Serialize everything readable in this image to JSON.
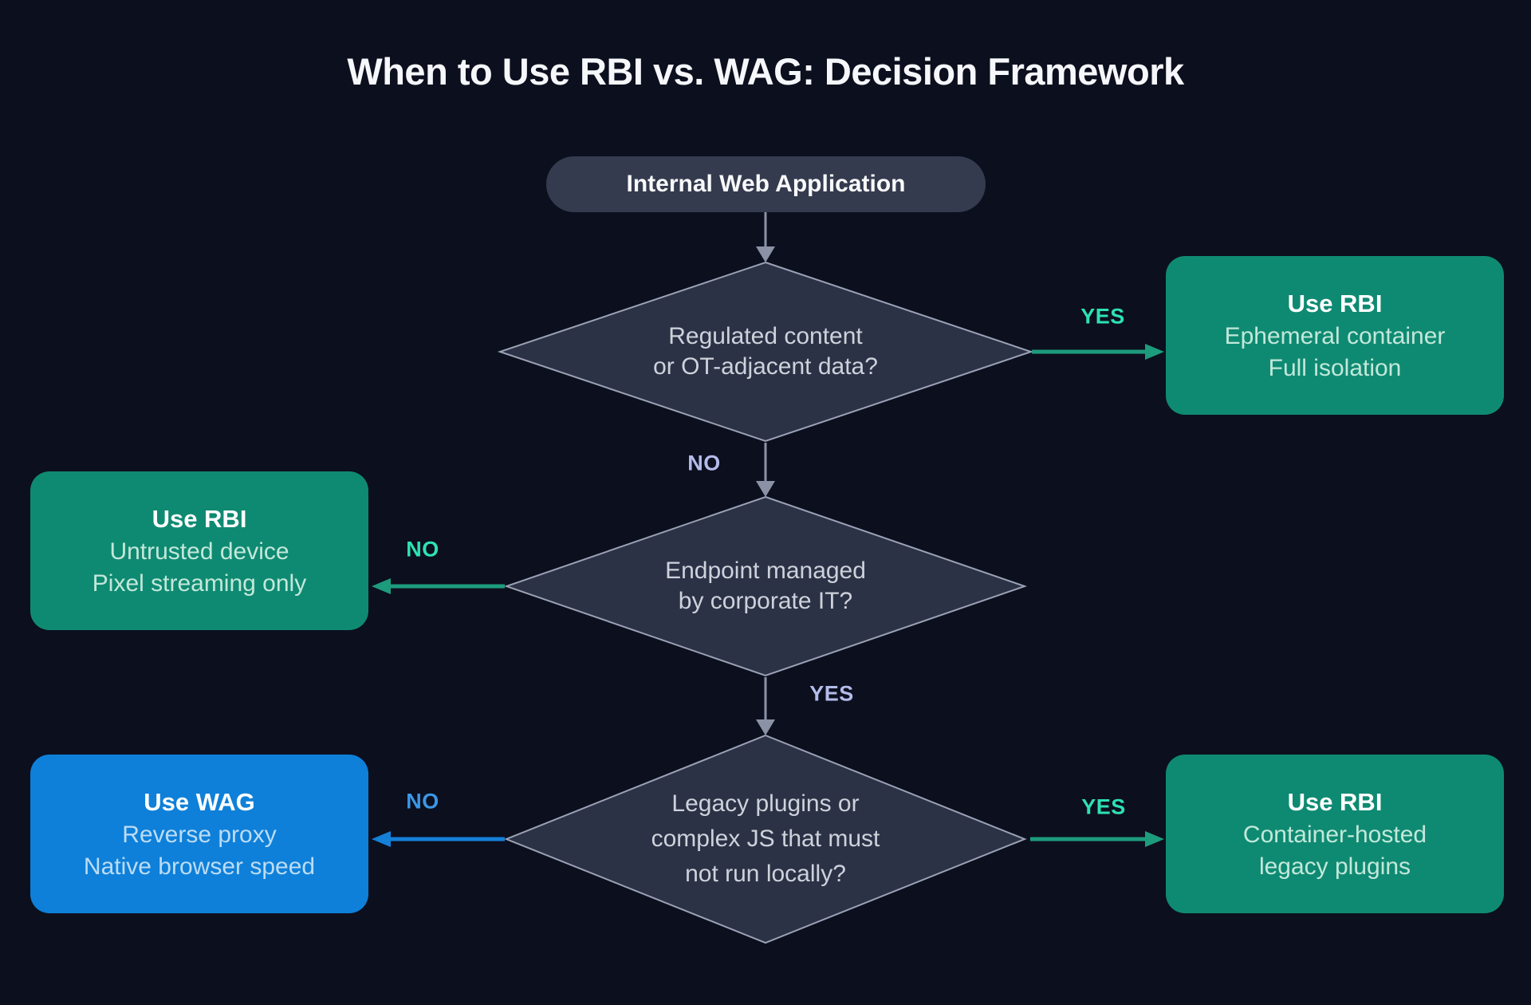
{
  "title": "When to Use RBI vs. WAG: Decision Framework",
  "start": {
    "label": "Internal Web Application"
  },
  "decisions": [
    {
      "name": "regulated-content",
      "lines": [
        "Regulated content",
        "or OT-adjacent data?"
      ]
    },
    {
      "name": "endpoint-managed",
      "lines": [
        "Endpoint managed",
        "by corporate IT?"
      ]
    },
    {
      "name": "legacy-plugins",
      "lines": [
        "Legacy plugins or",
        "complex JS that must",
        "not run locally?"
      ]
    }
  ],
  "outcomes": [
    {
      "name": "rbi-ephemeral",
      "title": "Use RBI",
      "lines": [
        "Ephemeral container",
        "Full isolation"
      ]
    },
    {
      "name": "rbi-untrusted",
      "title": "Use RBI",
      "lines": [
        "Untrusted device",
        "Pixel streaming only"
      ]
    },
    {
      "name": "wag-reverse-proxy",
      "title": "Use WAG",
      "lines": [
        "Reverse proxy",
        "Native browser speed"
      ]
    },
    {
      "name": "rbi-container",
      "title": "Use RBI",
      "lines": [
        "Container-hosted",
        "legacy plugins"
      ]
    }
  ],
  "edges": {
    "d1_yes": {
      "label": "YES"
    },
    "d1_no": {
      "label": "NO"
    },
    "d2_no": {
      "label": "NO"
    },
    "d2_yes": {
      "label": "YES"
    },
    "d3_no": {
      "label": "NO"
    },
    "d3_yes": {
      "label": "YES"
    }
  },
  "colors": {
    "background": "#0c0f1e",
    "start_pill": "#353b4e",
    "decision_fill": "#2c3246",
    "decision_border": "#9ba2b5",
    "rbi_box": "#0f8a72",
    "wag_box": "#0e80d9",
    "teal_accent": "#2de2b2",
    "lavender_accent": "#b3bce9",
    "blue_accent": "#3b97e6",
    "green_arrow": "#1d9c7d",
    "blue_arrow": "#1580d8",
    "gray_arrow": "#8b92a6"
  }
}
